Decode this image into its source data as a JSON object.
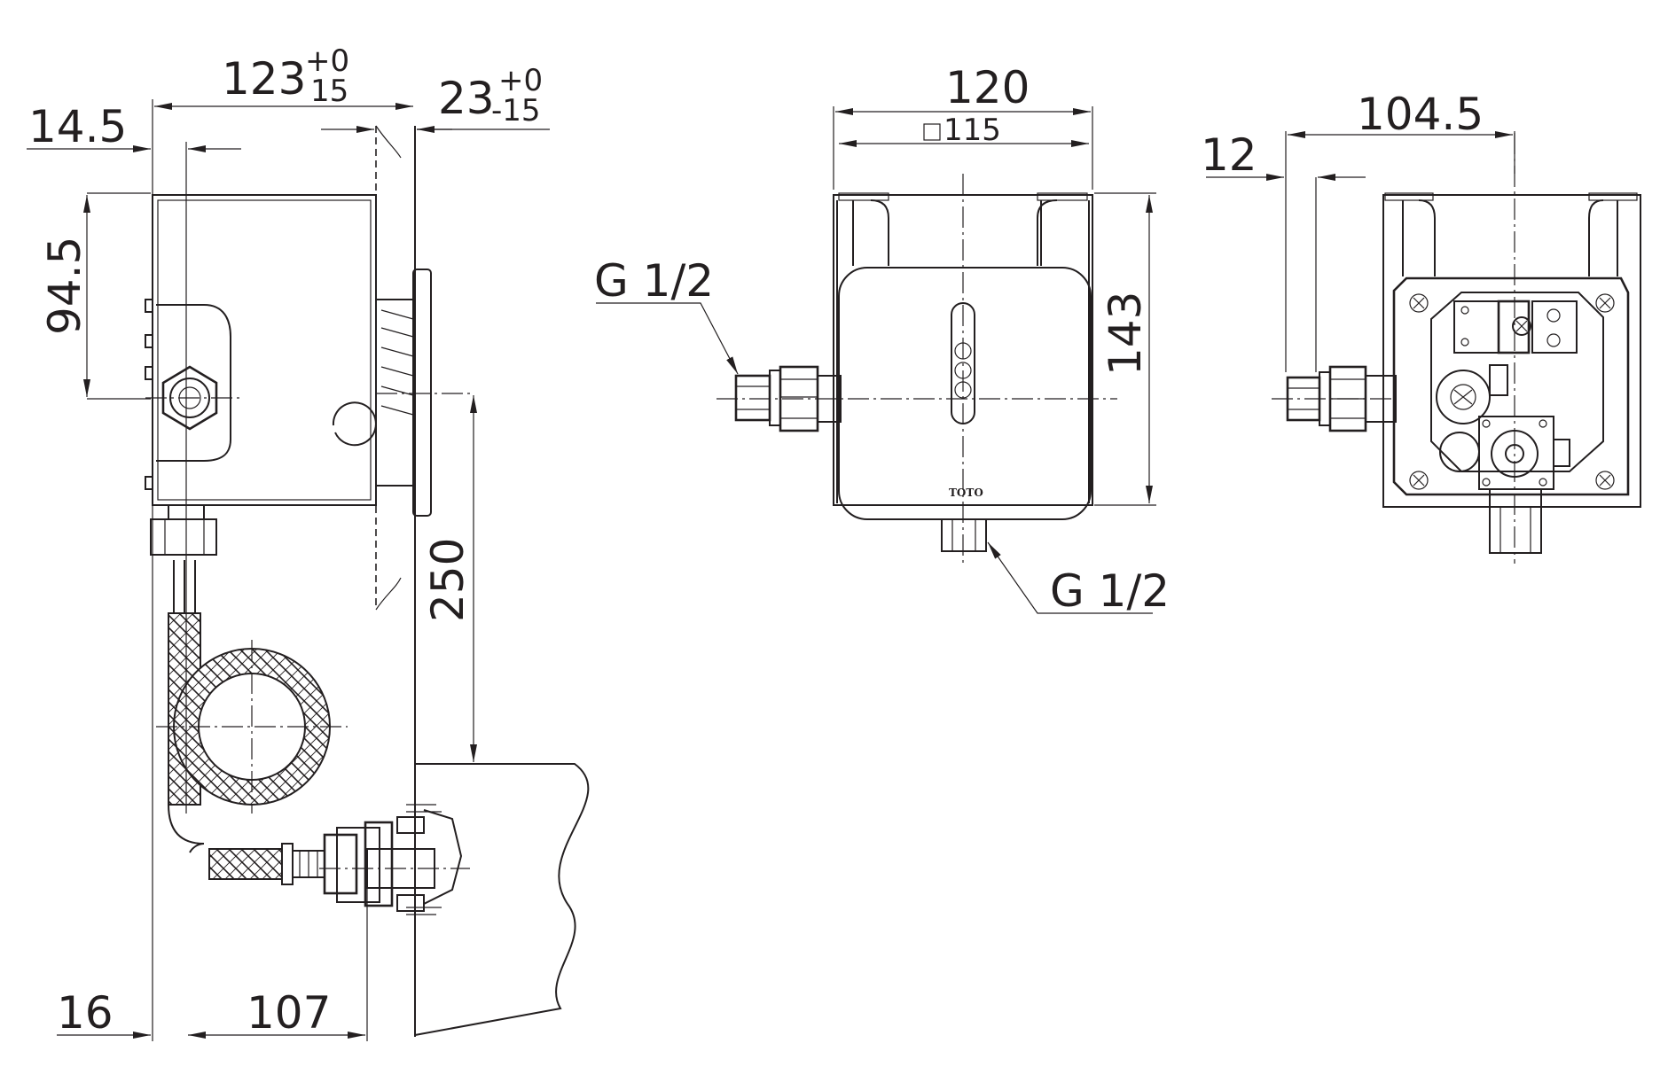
{
  "dimensions": {
    "d123": "123",
    "d123_tol_upper": "+0",
    "d123_tol_lower": "15",
    "d23": "23",
    "d23_tol_upper": "+0",
    "d23_tol_lower": "-15",
    "d14_5": "14.5",
    "d94_5": "94.5",
    "d250": "250",
    "d16": "16",
    "d107": "107",
    "d120": "120",
    "d115": "115",
    "d143": "143",
    "d104_5": "104.5",
    "d12": "12"
  },
  "callouts": {
    "thread_left": "G 1/2",
    "thread_bottom": "G 1/2"
  },
  "brand": {
    "logo_text": "TOTO"
  }
}
